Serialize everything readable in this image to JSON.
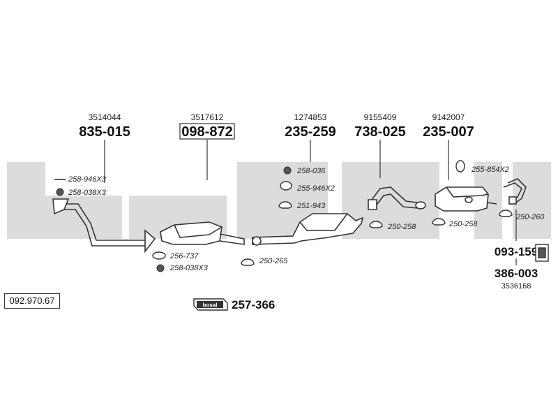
{
  "catalog_ref": "092.970.67",
  "watermark": "bosal",
  "parts": {
    "p1": {
      "oe": "3514044",
      "number": "835-015"
    },
    "p2": {
      "oe": "3517612",
      "number": "098-872"
    },
    "p3": {
      "oe": "1274853",
      "number": "235-259"
    },
    "p4": {
      "oe": "9155409",
      "number": "738-025"
    },
    "p5": {
      "oe": "9142007",
      "number": "235-007"
    },
    "p6": {
      "number": "093-159"
    },
    "p7": {
      "oe": "3536168",
      "number": "386-003"
    },
    "kit": {
      "logo": "bosal",
      "number": "257-366"
    }
  },
  "accessories": {
    "a1": "258-946X3",
    "a2": "258-038X3",
    "a3": "256-737",
    "a4": "258-038X3",
    "a5": "250-265",
    "a6": "258-036",
    "a7": "255-946X2",
    "a8": "251-943",
    "a9": "250-258",
    "a10": "250-258",
    "a11": "255-854X2",
    "a12": "250-260"
  }
}
